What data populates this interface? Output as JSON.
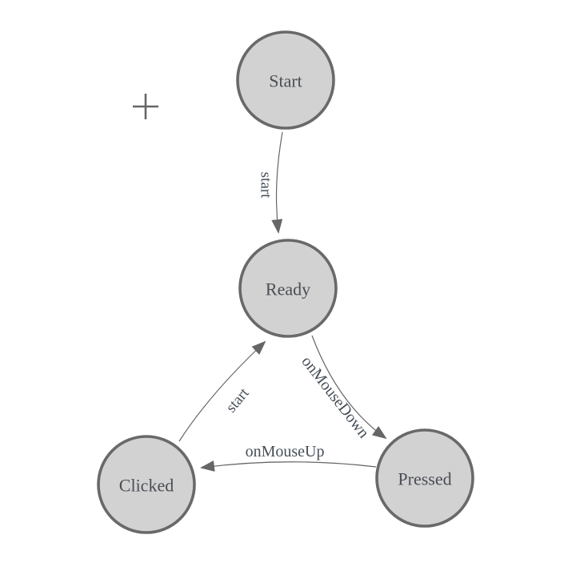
{
  "diagram": {
    "background": "#ffffff",
    "nodes": {
      "start": {
        "label": "Start"
      },
      "ready": {
        "label": "Ready"
      },
      "clicked": {
        "label": "Clicked"
      },
      "pressed": {
        "label": "Pressed"
      }
    },
    "edges": {
      "start_to_ready": {
        "label": "start",
        "from": "Start",
        "to": "Ready"
      },
      "clicked_to_ready": {
        "label": "start",
        "from": "Clicked",
        "to": "Ready"
      },
      "ready_to_pressed": {
        "label": "onMouseDown",
        "from": "Ready",
        "to": "Pressed"
      },
      "pressed_to_clicked": {
        "label": "onMouseUp",
        "from": "Pressed",
        "to": "Clicked"
      }
    },
    "icons": {
      "crosshair": "plus-crosshair"
    },
    "colors": {
      "node_fill": "#d2d2d2",
      "node_stroke": "#696969",
      "edge_stroke": "#666666",
      "arrow_fill": "#666666",
      "node_text": "#4a4e54",
      "edge_text": "#474f58",
      "crosshair": "#666666"
    }
  }
}
